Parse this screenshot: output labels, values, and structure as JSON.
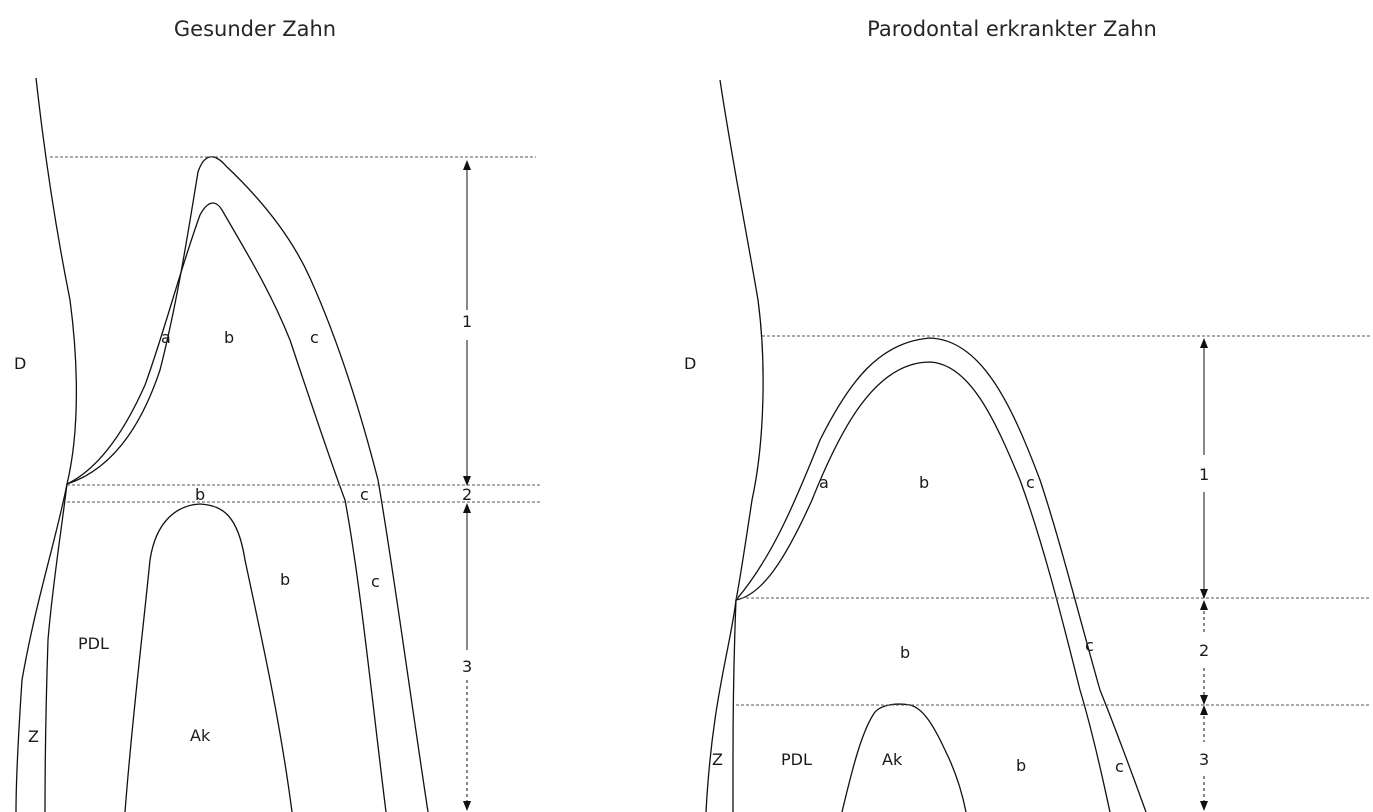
{
  "left": {
    "title": "Gesunder Zahn",
    "labels": {
      "D": "D",
      "a": "a",
      "b_crest": "b",
      "c_crest": "c",
      "b_gap": "b",
      "c_gap": "c",
      "b_pdl": "b",
      "c_pdl": "c",
      "PDL": "PDL",
      "Z": "Z",
      "Ak": "Ak"
    },
    "measures": [
      "1",
      "2",
      "3"
    ]
  },
  "right": {
    "title": "Parodontal erkrankter Zahn",
    "labels": {
      "D": "D",
      "a": "a",
      "b_crest": "b",
      "c_crest": "c",
      "b_gap": "b",
      "c_gap": "c",
      "b_pdl": "b",
      "c_pdl": "c",
      "PDL": "PDL",
      "Z": "Z",
      "Ak": "Ak"
    },
    "measures": [
      "1",
      "2",
      "3"
    ]
  }
}
